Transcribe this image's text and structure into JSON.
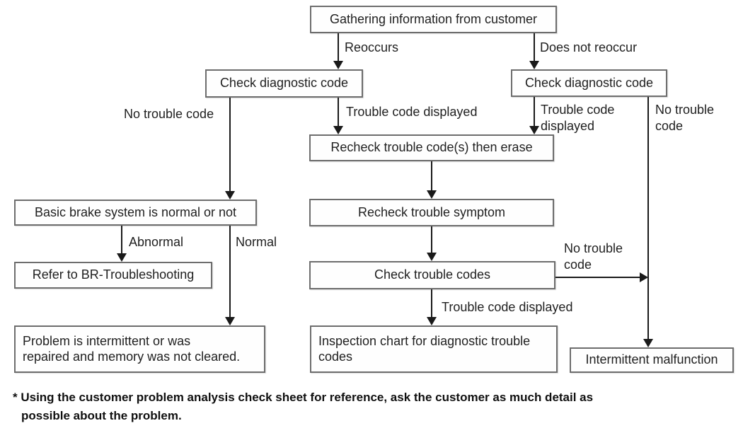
{
  "diagram": {
    "title_context": "Brake diagnostic trouble code flowchart",
    "colors": {
      "background": "#ffffff",
      "ink": "#1a1a1a",
      "box_border": "#6d6d6d",
      "text": "#1f1f1f"
    },
    "nodes": {
      "gathering": "Gathering information from customer",
      "check_diag_left": "Check diagnostic code",
      "check_diag_right": "Check diagnostic code",
      "recheck_erase": "Recheck trouble code(s) then erase",
      "recheck_symptom": "Recheck trouble symptom",
      "check_codes": "Check trouble codes",
      "basic_brake": "Basic brake system is normal or not",
      "refer_br": "Refer to BR-Troubleshooting",
      "problem_intermittent": "Problem is intermittent or was\nrepaired and memory was not cleared.",
      "inspection_chart": "Inspection chart for diagnostic trouble\ncodes",
      "intermittent_malfunction": "Intermittent malfunction"
    },
    "edge_labels": {
      "reoccurs": "Reoccurs",
      "does_not_reoccur": "Does not reoccur",
      "no_trouble_code_left": "No trouble code",
      "trouble_code_displayed_left": "Trouble code displayed",
      "trouble_code_displayed_right": "Trouble code\ndisplayed",
      "no_trouble_code_right": "No trouble\ncode",
      "abnormal": "Abnormal",
      "normal": "Normal",
      "no_trouble_code_mid": "No trouble\ncode",
      "trouble_code_displayed_bottom": "Trouble code displayed"
    },
    "footnote": "* Using the customer problem analysis check sheet for reference, ask the customer as much detail as\npossible about the problem."
  }
}
